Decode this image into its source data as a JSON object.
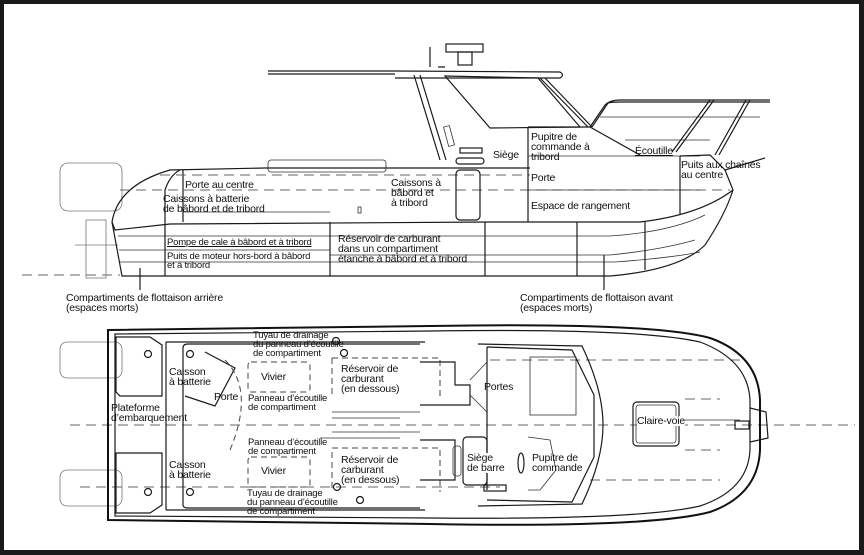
{
  "diagram": {
    "type": "boat-layout",
    "views": [
      "side-elevation",
      "top-plan"
    ],
    "colors": {
      "line": "#1a1a1a",
      "frame": "#1a1a1a",
      "background": "#ffffff"
    }
  },
  "side_view": {
    "labels": {
      "porte_centre": "Porte au centre",
      "caissons_batterie": "Caissons à batterie\nde bâbord et de tribord",
      "caissons_babord": "Caissons à\nbâbord et\nà tribord",
      "siege": "Siège",
      "pupitre_tribord": "Pupitre de\ncommande à\ntribord",
      "ecoutille": "Écoutille",
      "puits_chaines": "Puits aux chaînes\nau centre",
      "porte": "Porte",
      "rangement": "Espace de rangement",
      "pompe": "Pompe de cale à bâbord et à tribord",
      "puits_moteur": "Puits de moteur hors-bord à bâbord\net à tribord",
      "reservoir": "Réservoir de carburant\ndans un compartiment\nétanche à bâbord et à tribord",
      "flottaison_arriere": "Compartiments de flottaison arrière\n(espaces morts)",
      "flottaison_avant": "Compartiments de flottaison avant\n(espaces morts)"
    }
  },
  "top_view": {
    "labels": {
      "tuyau_haut": "Tuyau de drainage\ndu panneau d’écoutille\nde compartiment",
      "caisson_haut": "Caisson\nà batterie",
      "vivier_haut": "Vivier",
      "reservoir_haut": "Réservoir de\ncarburant\n(en dessous)",
      "porte": "Porte",
      "panneau_haut": "Panneau d’écoutille\nde compartiment",
      "plateforme": "Plateforme\nd’embarquement",
      "portes": "Portes",
      "claire_voie": "Claire-voie",
      "panneau_bas": "Panneau d’écoutille\nde compartiment",
      "caisson_bas": "Caisson\nà batterie",
      "vivier_bas": "Vivier",
      "reservoir_bas": "Réservoir de\ncarburant\n(en dessous)",
      "siege_barre": "Siège\nde barre",
      "pupitre": "Pupitre de\ncommande",
      "tuyau_bas": "Tuyau de drainage\ndu panneau d’écoutille\nde compartiment"
    }
  }
}
